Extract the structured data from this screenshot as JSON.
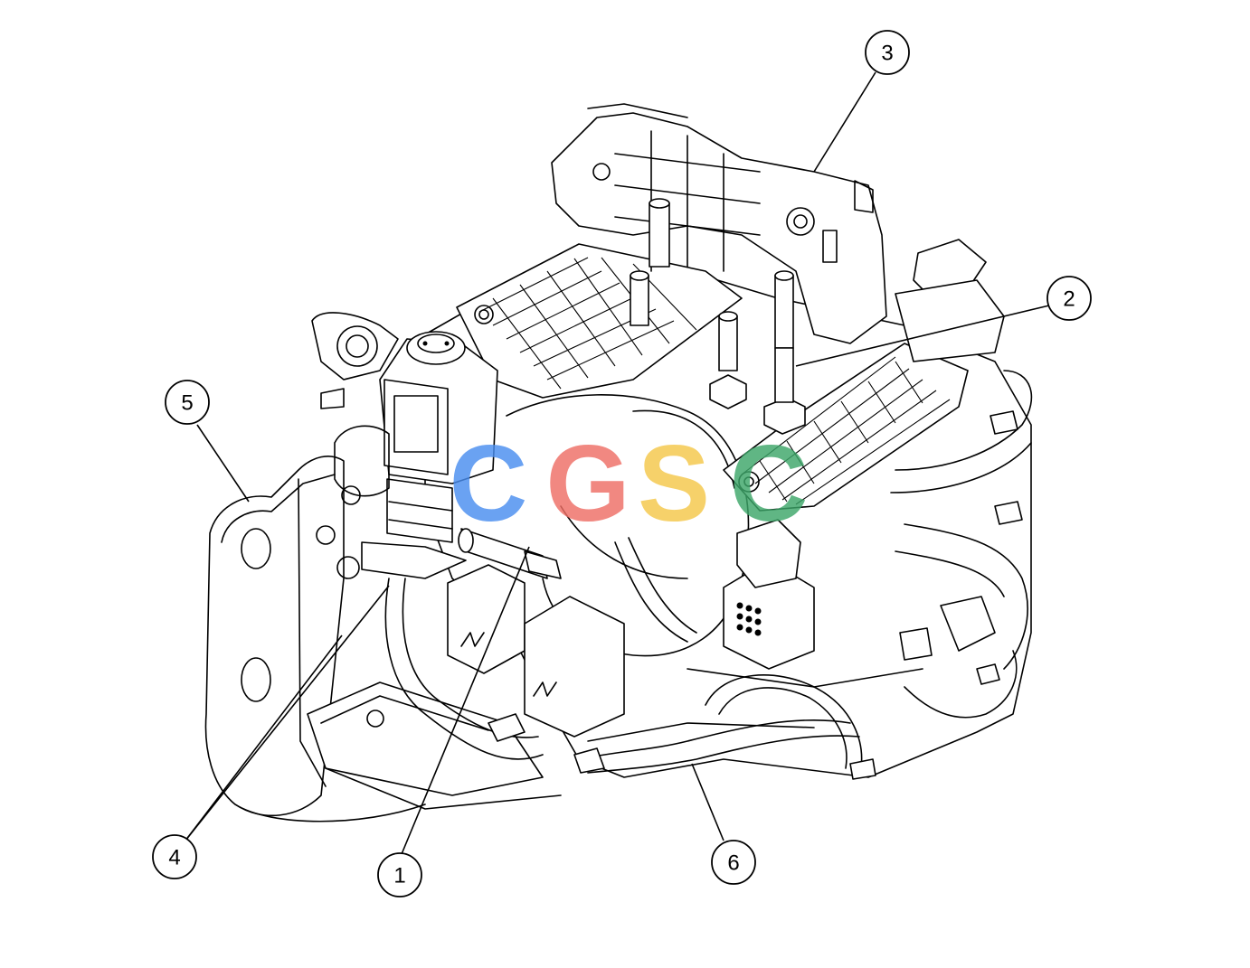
{
  "callouts": [
    {
      "label": "1"
    },
    {
      "label": "2"
    },
    {
      "label": "3"
    },
    {
      "label": "4"
    },
    {
      "label": "5"
    },
    {
      "label": "6"
    }
  ],
  "watermark": {
    "text": "CGSC",
    "colors": [
      "#4a8ef0",
      "#ef6f66",
      "#f5c84a",
      "#3ea76a"
    ]
  }
}
